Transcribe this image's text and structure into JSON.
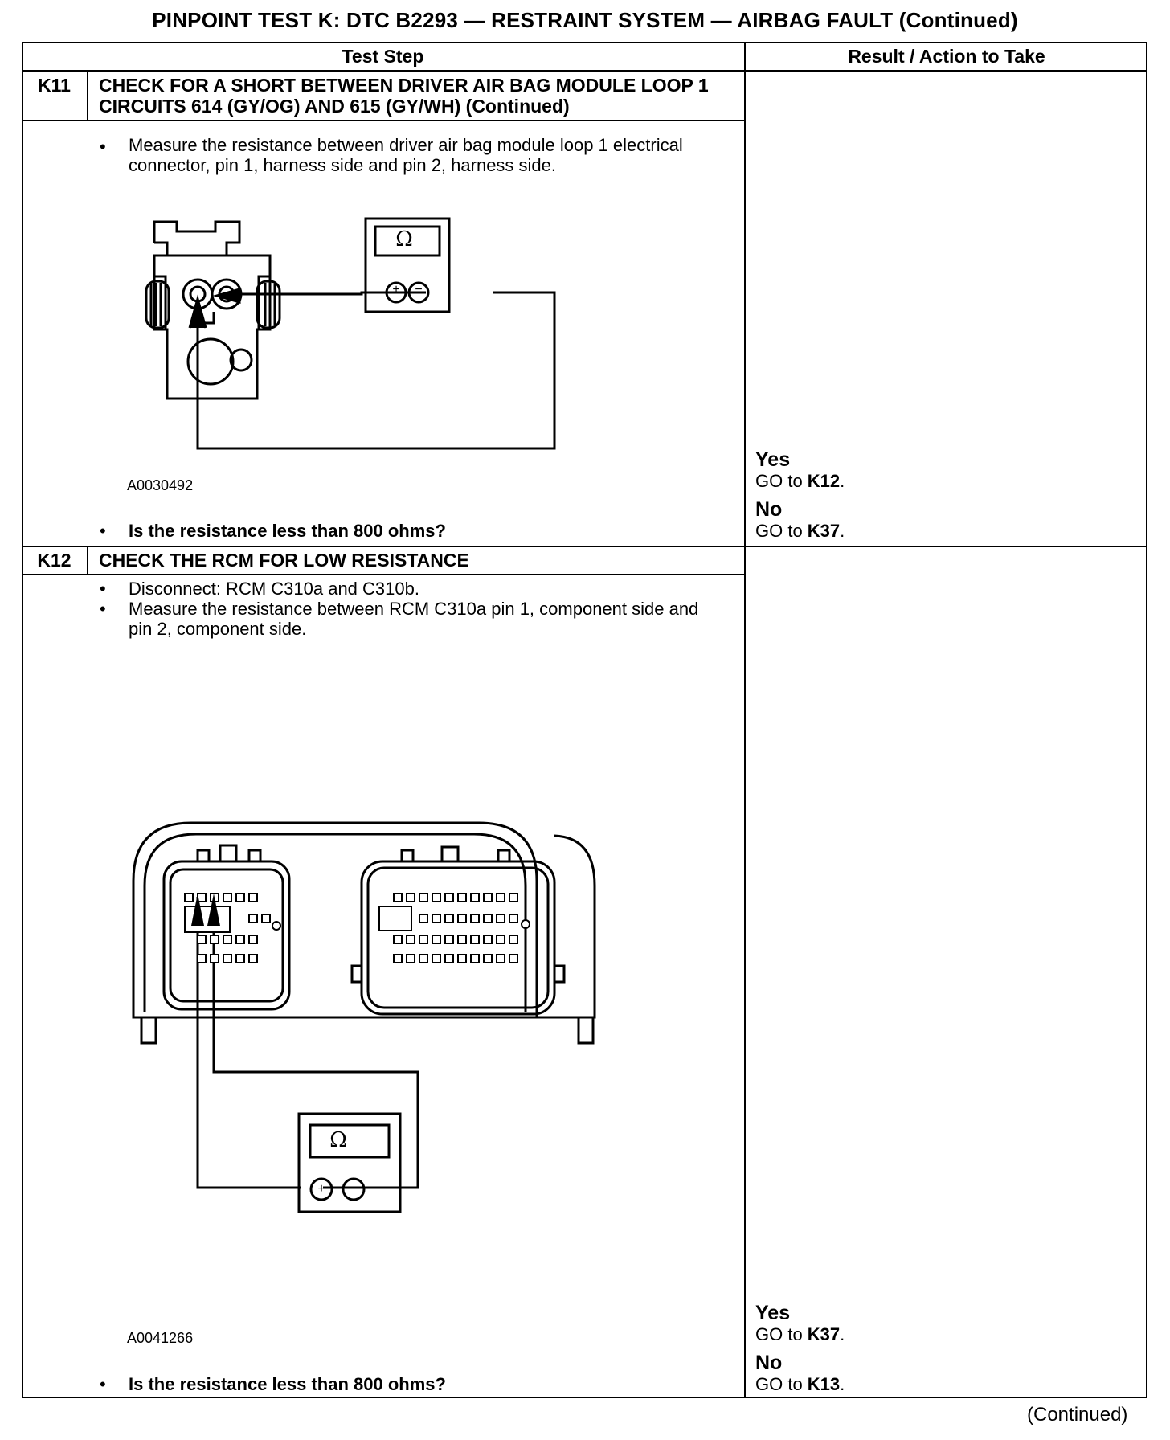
{
  "title": "PINPOINT TEST  K:  DTC B2293 — RESTRAINT SYSTEM — AIRBAG FAULT (Continued)",
  "table": {
    "col_test_step": "Test Step",
    "col_result": "Result / Action to Take"
  },
  "steps": [
    {
      "id": "K11",
      "title": "CHECK FOR A SHORT BETWEEN DRIVER AIR BAG MODULE LOOP 1 CIRCUITS 614 (GY/OG) AND 615 (GY/WH) (Continued)",
      "bullets": [
        "Measure the resistance between driver air bag module loop 1 electrical connector, pin 1, harness side and pin 2, harness side."
      ],
      "figure_id": "A0030492",
      "meter_symbol": "Ω",
      "meter_plus": "+",
      "meter_minus": "−",
      "question": "Is the resistance less than 800 ohms?",
      "yes_label": "Yes",
      "yes_prefix": "GO to ",
      "yes_target": "K12",
      "no_label": "No",
      "no_prefix": "GO to ",
      "no_target": "K37"
    },
    {
      "id": "K12",
      "title": "CHECK THE RCM FOR LOW RESISTANCE",
      "bullets": [
        "Disconnect: RCM C310a and C310b.",
        "Measure the resistance between RCM C310a pin 1, component side and pin 2, component side."
      ],
      "figure_id": "A0041266",
      "meter_symbol": "Ω",
      "meter_plus": "+",
      "meter_minus": "−",
      "question": "Is the resistance less than 800 ohms?",
      "yes_label": "Yes",
      "yes_prefix": "GO to ",
      "yes_target": "K37",
      "no_label": "No",
      "no_prefix": "GO to ",
      "no_target": "K13"
    }
  ],
  "footer": "(Continued)"
}
